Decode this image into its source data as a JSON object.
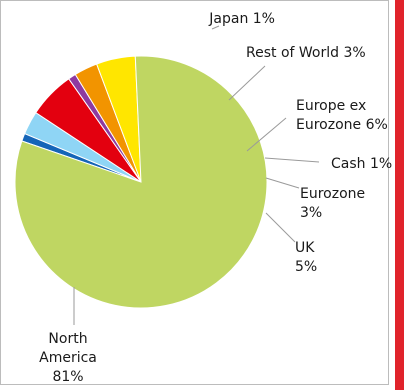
{
  "colors": {
    "accent_bar": "#e0232b",
    "frame_border": "#bcbcbc"
  },
  "chart_data": {
    "type": "pie",
    "slices": [
      {
        "id": "japan",
        "value": 1,
        "color": "#1565b8",
        "label_lines": [
          "Japan 1%"
        ]
      },
      {
        "id": "rest-of-world",
        "value": 3,
        "color": "#8fd5f5",
        "label_lines": [
          "Rest of World 3%"
        ]
      },
      {
        "id": "europe-ex-eurozone",
        "value": 6,
        "color": "#e3000f",
        "label_lines": [
          "Europe ex",
          "Eurozone 6%"
        ]
      },
      {
        "id": "cash",
        "value": 1,
        "color": "#8e3aa0",
        "label_lines": [
          "Cash 1%"
        ]
      },
      {
        "id": "eurozone",
        "value": 3,
        "color": "#f29400",
        "label_lines": [
          "Eurozone",
          "3%"
        ]
      },
      {
        "id": "uk",
        "value": 5,
        "color": "#ffe600",
        "label_lines": [
          "UK",
          "5%"
        ]
      },
      {
        "id": "north-america",
        "value": 81,
        "color": "#bfd662",
        "label_lines": [
          "North",
          "America",
          "81%"
        ]
      }
    ]
  }
}
